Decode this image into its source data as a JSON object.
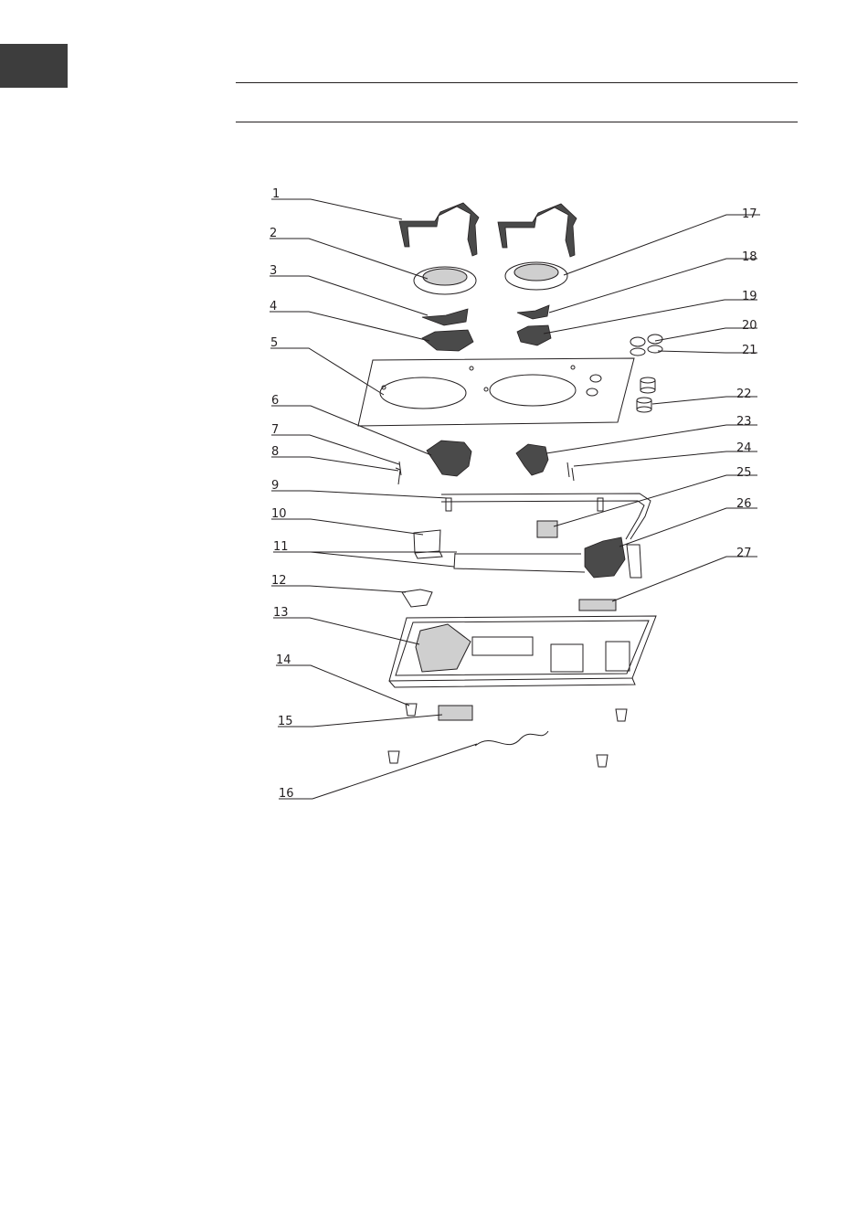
{
  "callouts": {
    "left": [
      "1",
      "2",
      "3",
      "4",
      "5",
      "6",
      "7",
      "8",
      "9",
      "10",
      "11",
      "12",
      "13",
      "14",
      "15",
      "16"
    ],
    "right": [
      "17",
      "18",
      "19",
      "20",
      "21",
      "22",
      "23",
      "24",
      "25",
      "26",
      "27"
    ]
  },
  "colors": {
    "tab": "#3d3d3d",
    "ink": "#231f20",
    "part_fill": "#cfcfcf"
  }
}
